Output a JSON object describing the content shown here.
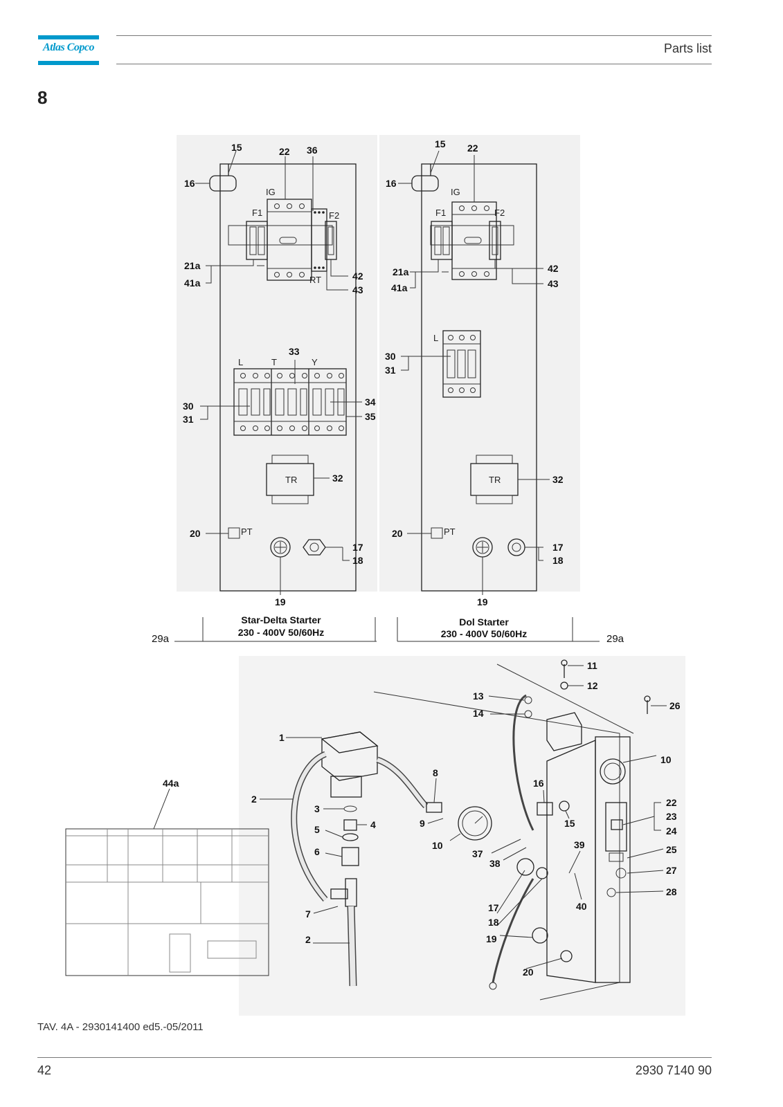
{
  "header": {
    "logo_text": "Atlas Copco",
    "title": "Parts list"
  },
  "section": "8",
  "panels": [
    {
      "caption_line1": "Star-Delta Starter",
      "caption_line2": "230 - 400V 50/60Hz",
      "component_labels": [
        "IG",
        "F1",
        "F2",
        "RT",
        "L",
        "T",
        "Y",
        "TR",
        "PT"
      ],
      "callouts": [
        "15",
        "22",
        "36",
        "16",
        "21a",
        "41a",
        "42",
        "43",
        "33",
        "30",
        "31",
        "34",
        "35",
        "32",
        "20",
        "17",
        "18",
        "19"
      ]
    },
    {
      "caption_line1": "Dol Starter",
      "caption_line2": "230 - 400V 50/60Hz",
      "component_labels": [
        "IG",
        "F1",
        "F2",
        "L",
        "TR",
        "PT"
      ],
      "callouts": [
        "15",
        "22",
        "16",
        "21a",
        "41a",
        "42",
        "43",
        "30",
        "31",
        "32",
        "20",
        "17",
        "18",
        "19"
      ]
    }
  ],
  "group_label": "29a",
  "lower_callouts": [
    "1",
    "2",
    "3",
    "4",
    "5",
    "6",
    "7",
    "8",
    "9",
    "10",
    "11",
    "12",
    "13",
    "14",
    "15",
    "16",
    "17",
    "18",
    "19",
    "20",
    "22",
    "23",
    "24",
    "25",
    "26",
    "27",
    "28",
    "37",
    "38",
    "39",
    "40",
    "44a"
  ],
  "footer": {
    "reference": "TAV. 4A - 2930141400 ed5.-05/2011",
    "page_number": "42",
    "document_number": "2930 7140 90"
  }
}
